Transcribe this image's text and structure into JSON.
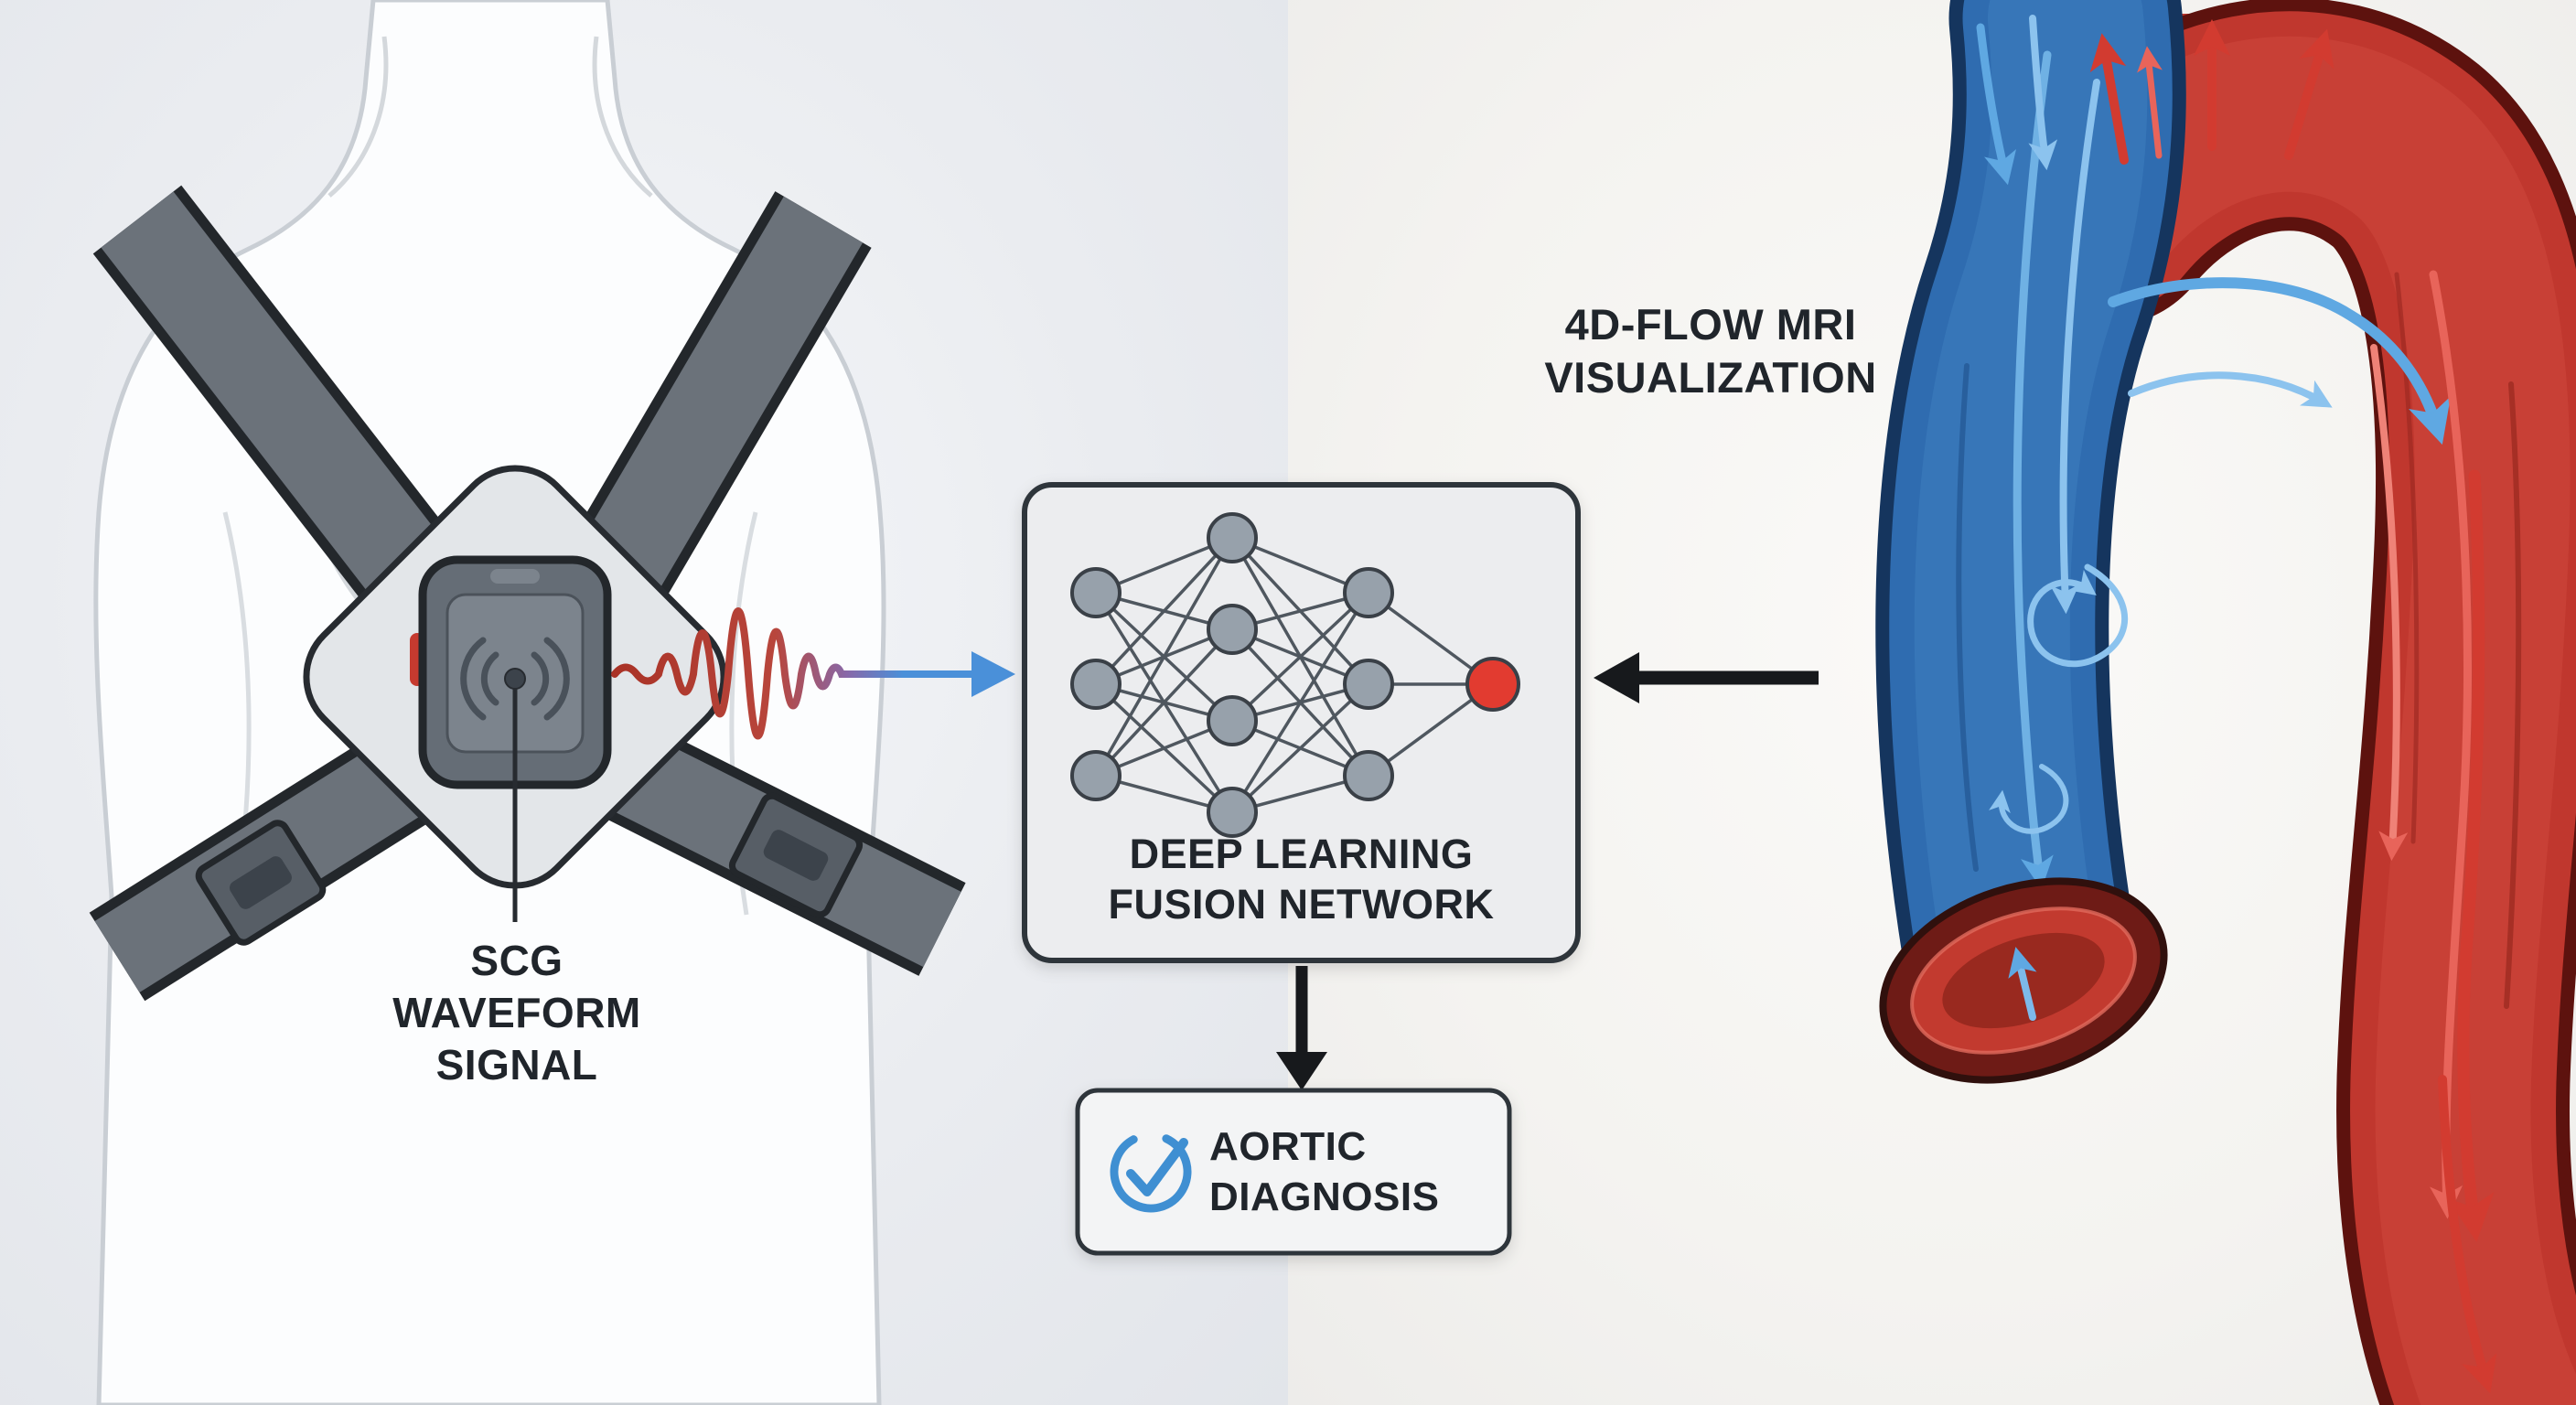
{
  "labels": {
    "scg_signal": {
      "line1": "SCG",
      "line2": "WAVEFORM",
      "line3": "SIGNAL"
    },
    "mri": {
      "line1": "4D-FLOW MRI",
      "line2": "VISUALIZATION"
    },
    "fusion_network": {
      "line1": "DEEP LEARNING",
      "line2": "FUSION NETWORK"
    },
    "diagnosis": {
      "line1": "AORTIC",
      "line2": "DIAGNOSIS"
    }
  },
  "icons": {
    "device_signal": "sonar-signal-icon",
    "diagnosis_check": "check-circle-icon",
    "flow_arrows": "directional-flow-arrows"
  },
  "colors": {
    "ink": "#20252b",
    "accent_red": "#d23b30",
    "accent_blue": "#4a90d9",
    "box_border": "#2f343a",
    "box_fill": "#eceef0",
    "strap_gray": "#6b727a",
    "vessel_blue": "#2f6cb0",
    "vessel_red": "#c0372e"
  }
}
